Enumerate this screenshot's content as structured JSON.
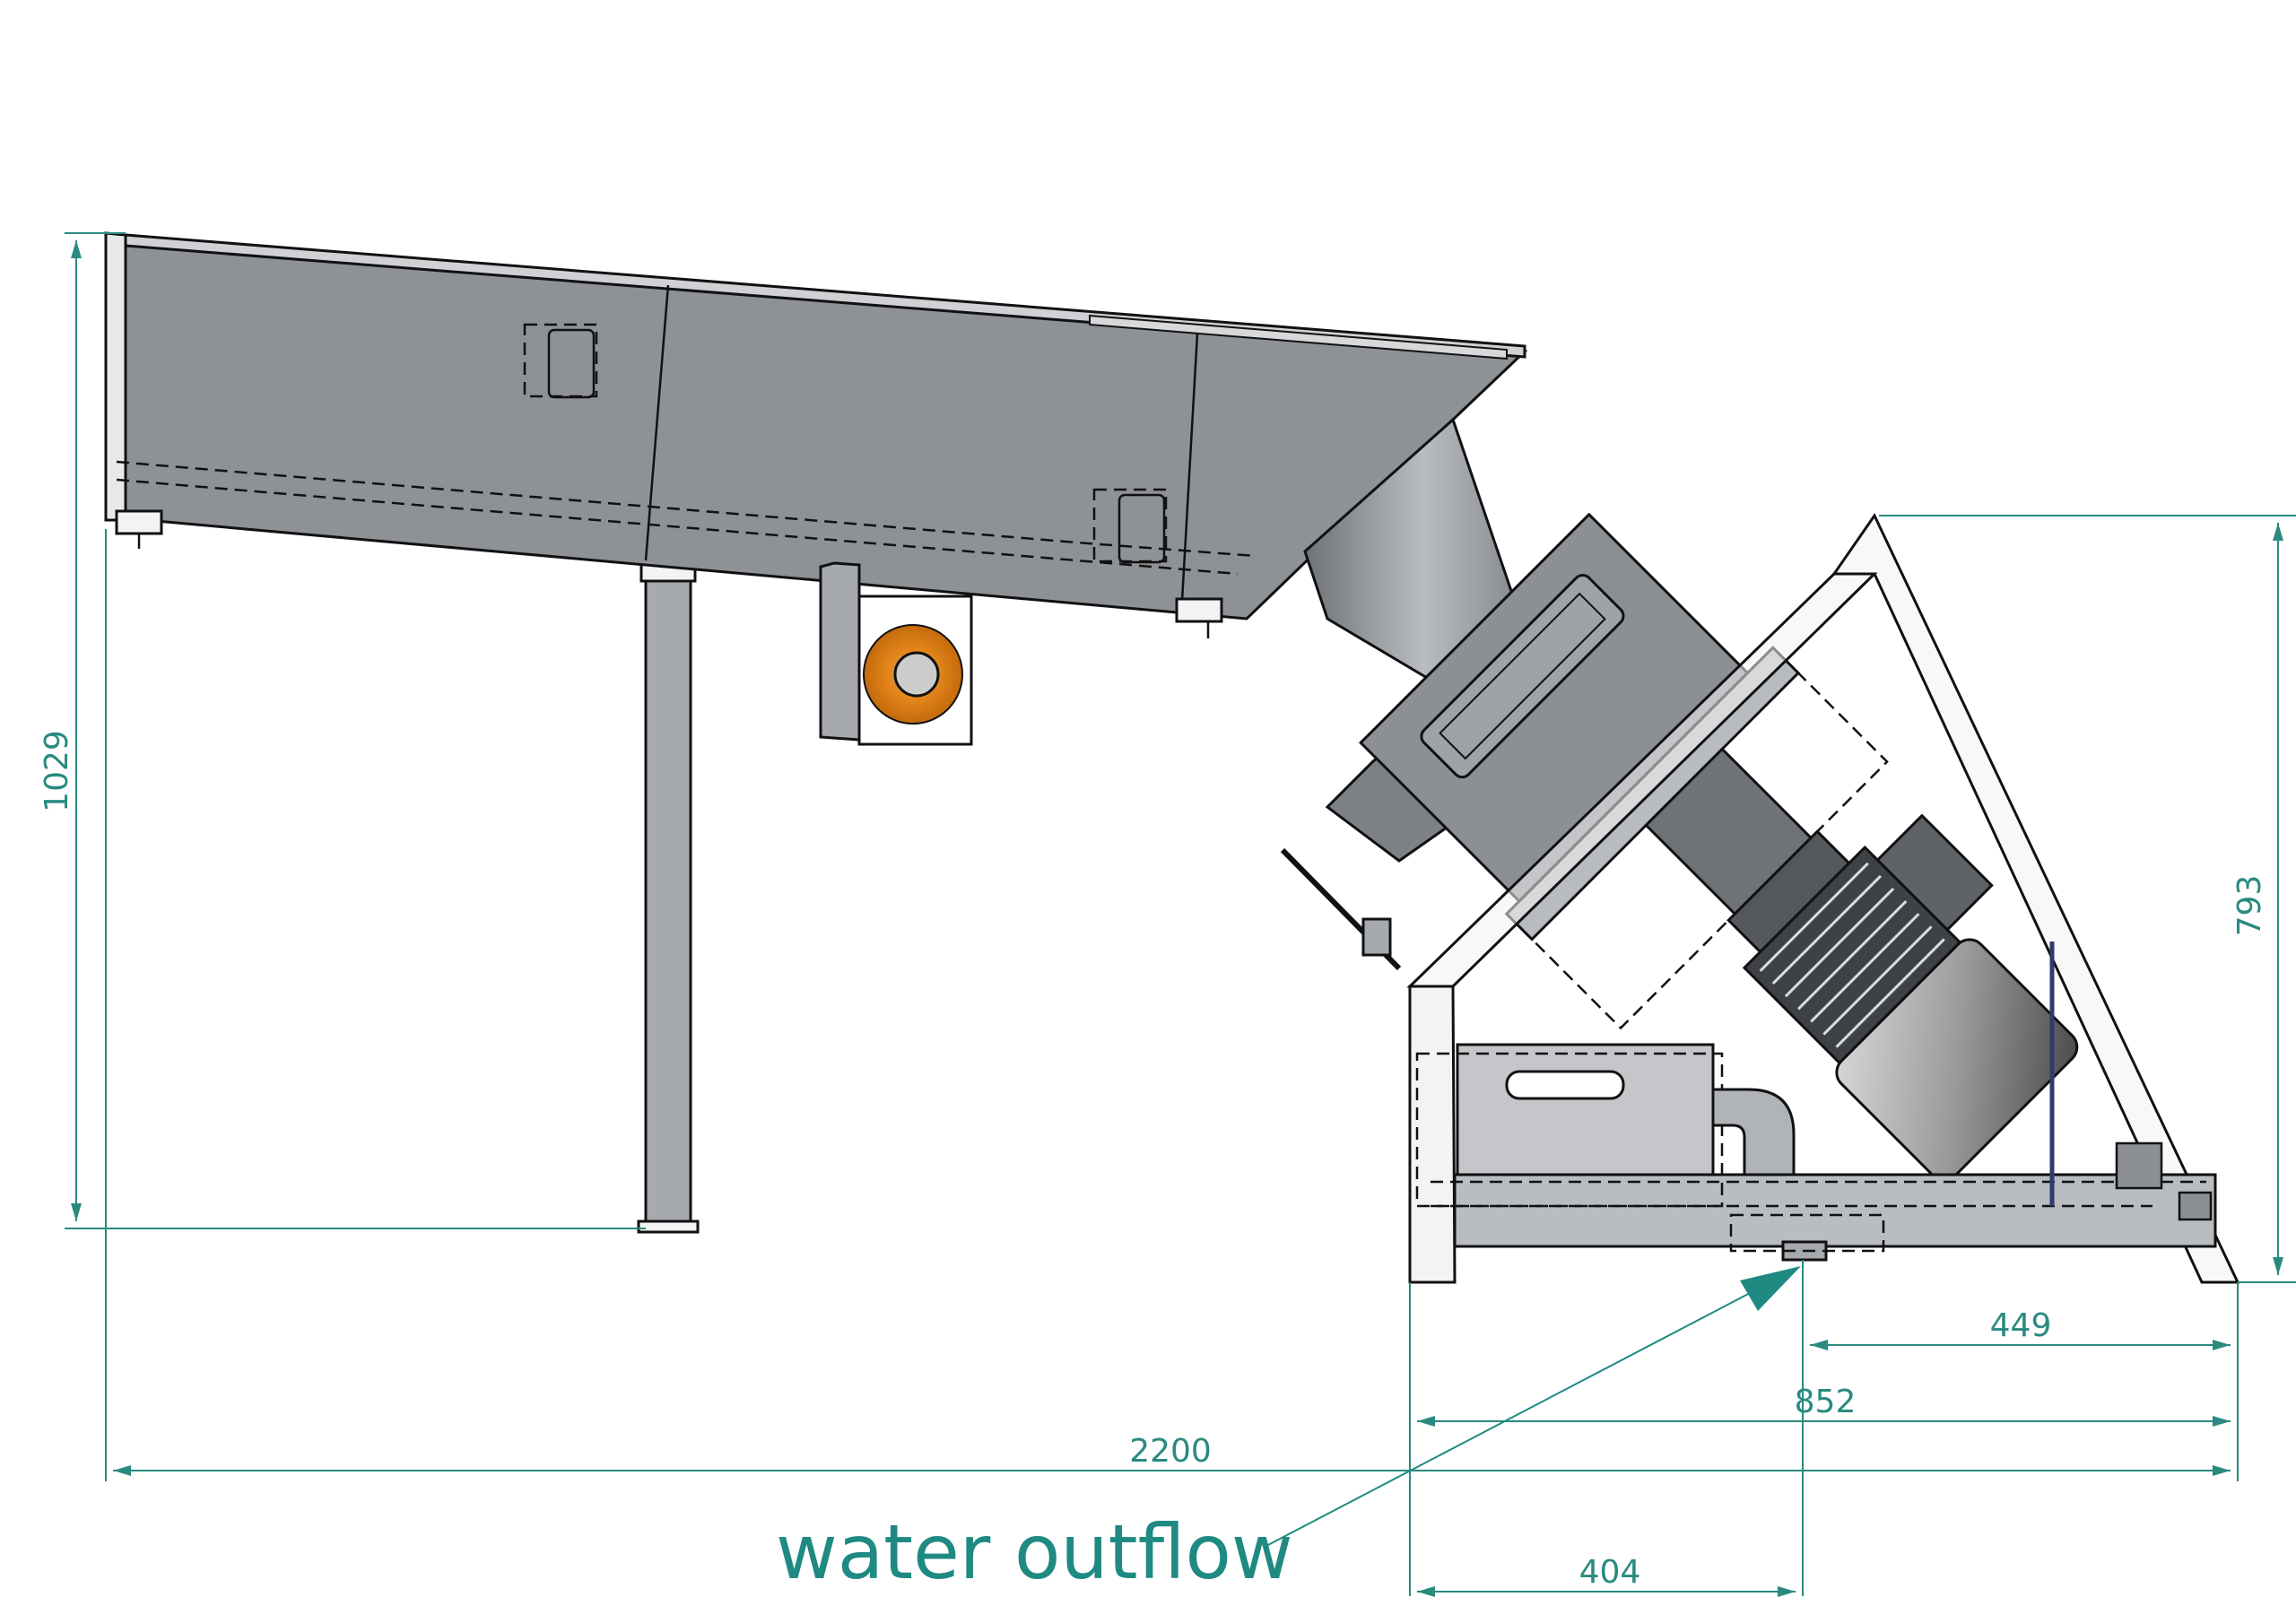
{
  "dimensions": {
    "height_total": "1029",
    "height_frame": "793",
    "width_total": "2200",
    "width_frame": "852",
    "offset_right": "449",
    "offset_left": "404"
  },
  "callout": {
    "label": "water outflow"
  },
  "colors": {
    "dimension": "#2a8a80",
    "callout": "#1f8a82",
    "housing": "#8e9196",
    "orange_flange": "#e8891c",
    "frame_fill": "#f3f3f3"
  }
}
